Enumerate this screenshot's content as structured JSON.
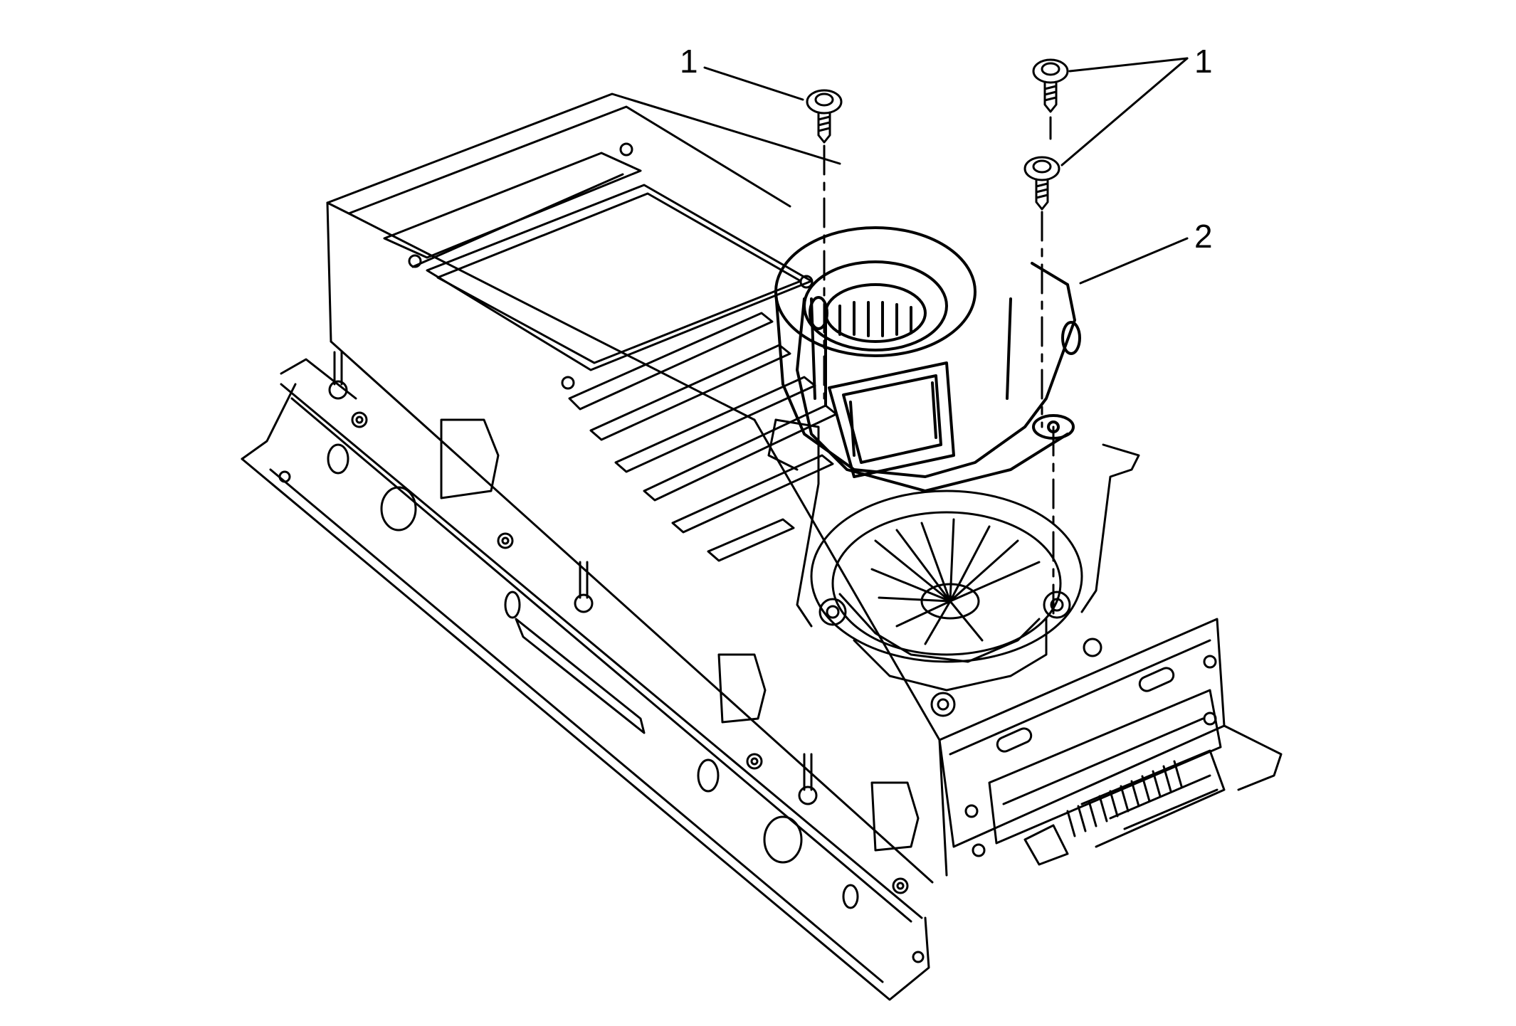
{
  "colors": {
    "stroke": "#000000",
    "background": "#ffffff"
  },
  "callouts": [
    {
      "id": "fastener-left",
      "label": "1"
    },
    {
      "id": "fasteners-right",
      "label": "1"
    },
    {
      "id": "blower-motor",
      "label": "2"
    }
  ]
}
